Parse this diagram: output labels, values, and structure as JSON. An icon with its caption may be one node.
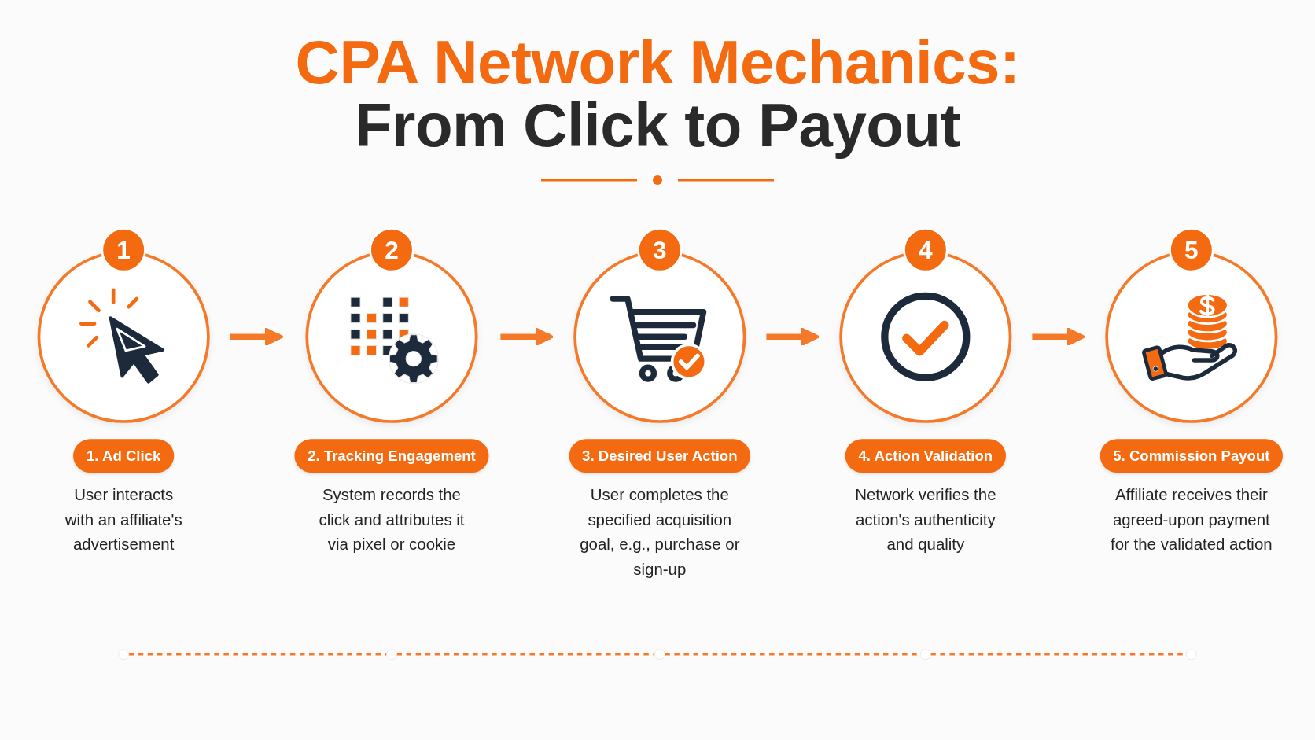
{
  "diagram": {
    "title": "CPA Network Mechanics: From Click to Payout",
    "nodes": [
      {
        "text": [
          "1",
          "1. Ad Click",
          "User interacts with an affiliate's advertisement"
        ]
      },
      {
        "text": [
          "2",
          "2. Tracking Engagement",
          "System records the click and attributes it via pixel or cookie"
        ]
      },
      {
        "text": [
          "3",
          "3. Desired User Action",
          "User completes the specified acquisition goal, e.g., purchase or sign-up"
        ]
      },
      {
        "text": [
          "4",
          "4. Action Validation",
          "Network verifies the action's authenticity and quality"
        ]
      },
      {
        "text": [
          "5",
          "5. Commission Payout",
          "Affiliate receives their agreed-upon payment for the validated action"
        ]
      },
      {
        "text": [],
        "shape": "circle"
      },
      {
        "text": [],
        "shape": "circle"
      },
      {
        "text": [],
        "shape": "circle"
      },
      {
        "text": [],
        "shape": "circle"
      },
      {
        "text": [],
        "shape": "circle"
      }
    ],
    "edges": [
      {
        "from": 0,
        "to": 1,
        "arrow": "to",
        "style": "thick"
      },
      {
        "from": 1,
        "to": 2,
        "arrow": "to",
        "style": "thick"
      },
      {
        "from": 2,
        "to": 3,
        "arrow": "to",
        "style": "thick"
      },
      {
        "from": 3,
        "to": 4,
        "arrow": "to",
        "style": "thick"
      },
      {
        "from": 5,
        "to": 6,
        "arrow": "none",
        "style": "dashed"
      },
      {
        "from": 6,
        "to": 7,
        "arrow": "none",
        "style": "dashed"
      },
      {
        "from": 7,
        "to": 8,
        "arrow": "none",
        "style": "dashed"
      },
      {
        "from": 8,
        "to": 9,
        "arrow": "none",
        "style": "dashed"
      }
    ]
  }
}
